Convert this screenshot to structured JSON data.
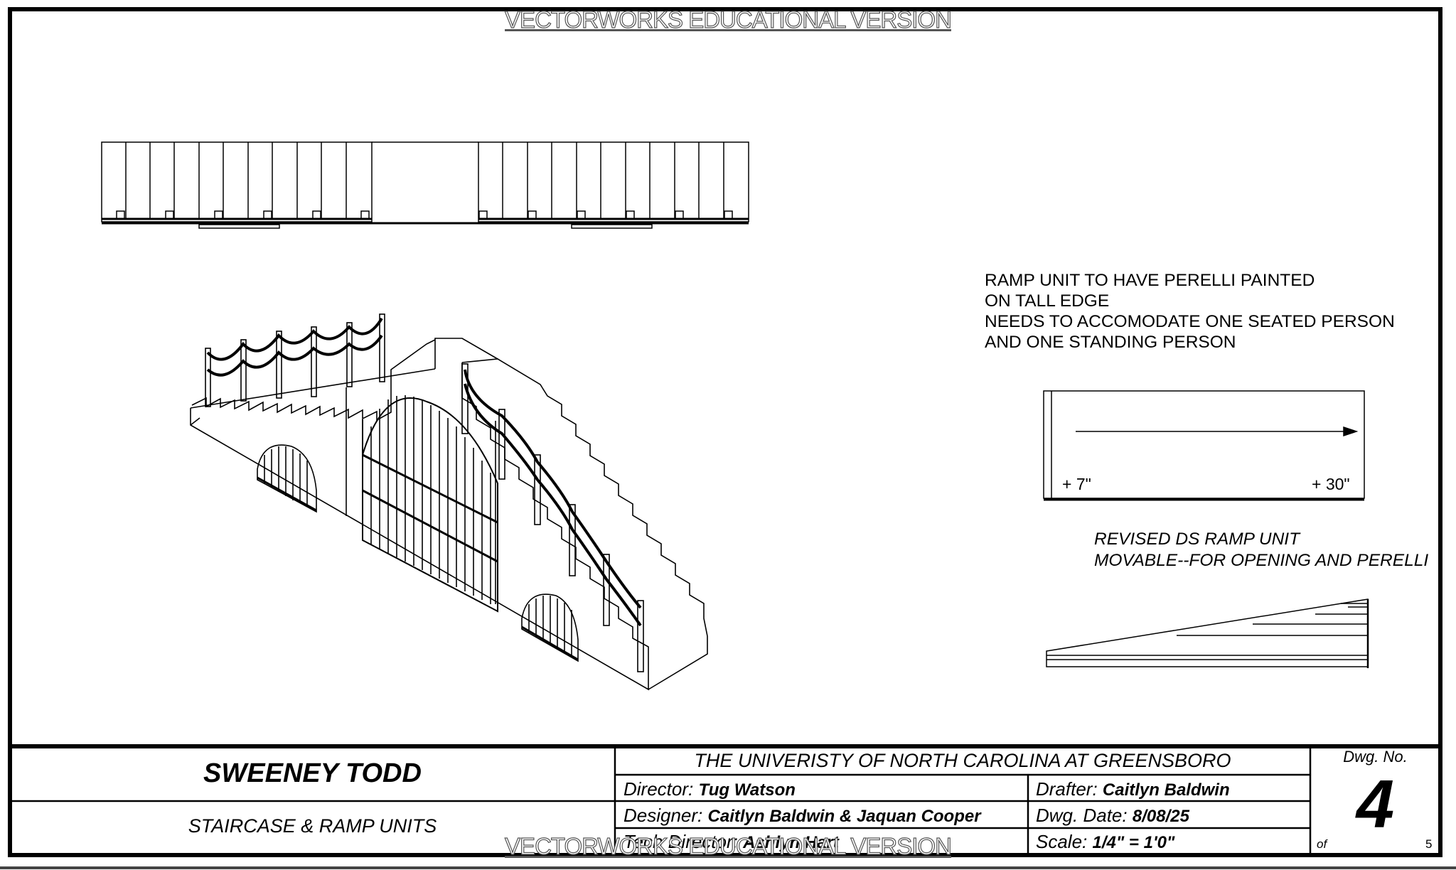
{
  "watermark": "VECTORWORKS EDUCATIONAL VERSION",
  "notes": {
    "lines": [
      "RAMP UNIT TO HAVE PERELLI PAINTED",
      "ON TALL EDGE",
      "NEEDS TO ACCOMODATE ONE SEATED PERSON",
      "AND ONE STANDING PERSON"
    ],
    "plan_low": "+ 7\"",
    "plan_high": "+ 30\"",
    "revised_line1": "REVISED DS RAMP UNIT",
    "revised_line2": "MOVABLE--FOR OPENING AND PERELLI"
  },
  "title_block": {
    "show_title": "SWEENEY TODD",
    "sheet_title": "STAIRCASE & RAMP UNITS",
    "institution": "THE UNIVERISTY OF NORTH CAROLINA AT GREENSBORO",
    "director_label": "Director:",
    "director": "Tug Watson",
    "designer_label": "Designer:",
    "designer": "Caitlyn Baldwin & Jaquan Cooper",
    "tech_director_label": "Tech Director:",
    "tech_director": "Ashlyn Hart",
    "drafter_label": "Drafter:",
    "drafter": "Caitlyn Baldwin",
    "date_label": "Dwg. Date:",
    "date": "8/08/25",
    "scale_label": "Scale:",
    "scale": "1/4\" = 1'0\"",
    "dwg_no_label": "Dwg. No.",
    "dwg_no": "4",
    "of_label": "of",
    "total_sheets": "5"
  }
}
